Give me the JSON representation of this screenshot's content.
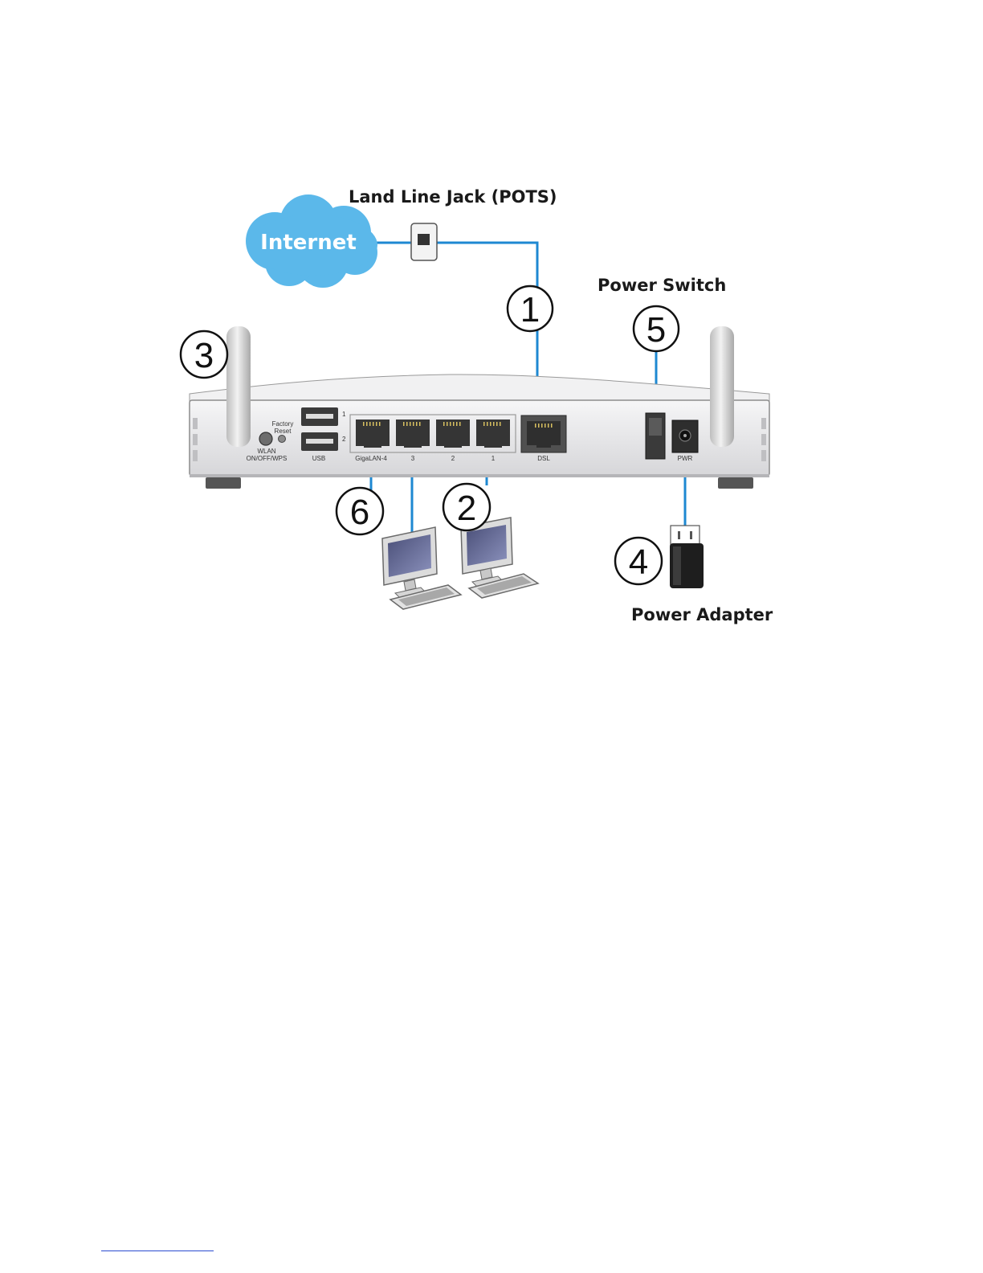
{
  "labels": {
    "land_line_jack": "Land Line Jack (POTS)",
    "internet": "Internet",
    "power_switch": "Power Switch",
    "power_adapter": "Power Adapter"
  },
  "callouts": [
    "1",
    "2",
    "3",
    "4",
    "5",
    "6"
  ],
  "router_ports": {
    "factory_reset": [
      "Factory",
      "Reset"
    ],
    "wlan": [
      "WLAN",
      "ON/OFF/WPS"
    ],
    "usb": "USB",
    "usb_1": "1",
    "usb_2": "2",
    "lan4": "GigaLAN-4",
    "lan3": "3",
    "lan2": "2",
    "lan1": "1",
    "dsl": "DSL",
    "pwr": "PWR"
  },
  "colors": {
    "cable": "#1e88d2",
    "cloud": "#5bb8ea",
    "router_body": "#e7e7e9",
    "port": "#3a3a3a"
  }
}
